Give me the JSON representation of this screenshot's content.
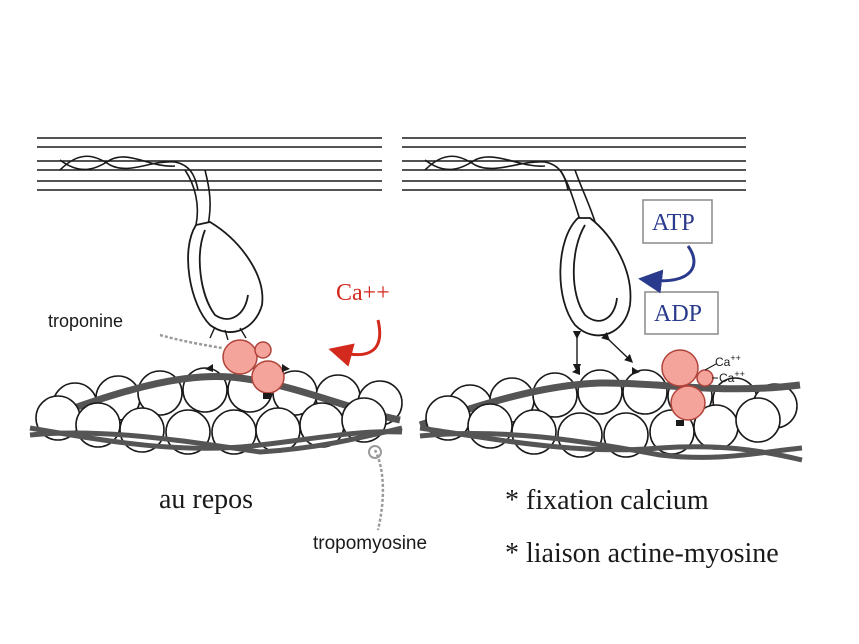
{
  "colors": {
    "ink": "#1a1a1a",
    "calcium_red": "#d42a1e",
    "energy_blue": "#2a3a8c",
    "troponin_fill": "#f4a49a",
    "troponin_stroke": "#b0443a",
    "tropomyosin": "#555555",
    "pointer_gray": "#9a9a9a"
  },
  "left_panel": {
    "caption": "au repos",
    "ca_label": "Ca++",
    "troponin_label": "troponine",
    "tropomyosin_label": "tropomyosine"
  },
  "right_panel": {
    "atp_label": "ATP",
    "adp_label": "ADP",
    "ca_small_1": "Ca++",
    "ca_small_2": "Ca++",
    "bullet_1": "* fixation calcium",
    "bullet_2": "* liaison actine-myosine"
  }
}
